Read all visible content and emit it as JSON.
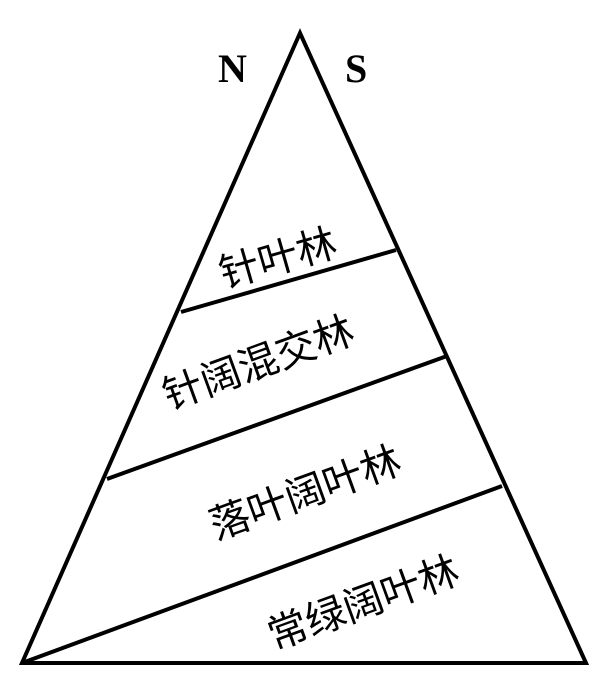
{
  "directions": {
    "north": "N",
    "south": "S"
  },
  "zones": [
    {
      "label": "针叶林"
    },
    {
      "label": "针阔混交林"
    },
    {
      "label": "落叶阔叶林"
    },
    {
      "label": "常绿阔叶林"
    }
  ]
}
